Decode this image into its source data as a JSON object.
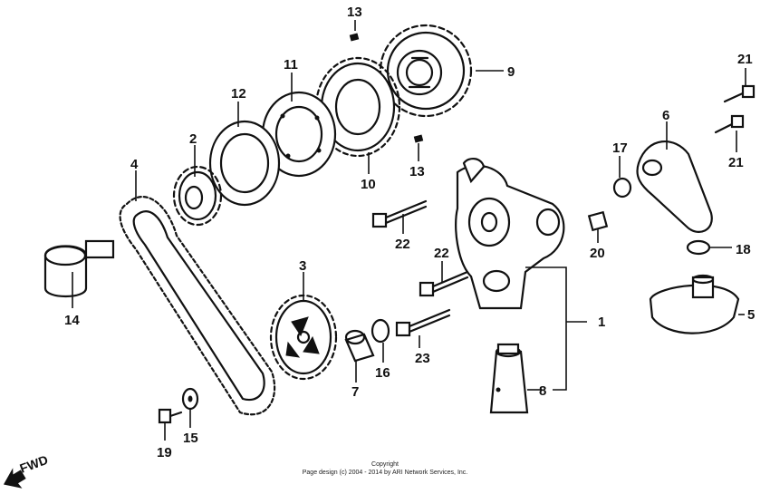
{
  "diagram": {
    "callouts": [
      "1",
      "2",
      "3",
      "4",
      "5",
      "6",
      "7",
      "8",
      "9",
      "10",
      "11",
      "12",
      "13",
      "13",
      "14",
      "15",
      "16",
      "17",
      "18",
      "19",
      "20",
      "21",
      "21",
      "22",
      "22",
      "23"
    ],
    "copyright_line1": "Copyright",
    "copyright_line2": "Page design (c) 2004 - 2014 by ARI Network Services, Inc.",
    "direction_label": "FWD"
  }
}
